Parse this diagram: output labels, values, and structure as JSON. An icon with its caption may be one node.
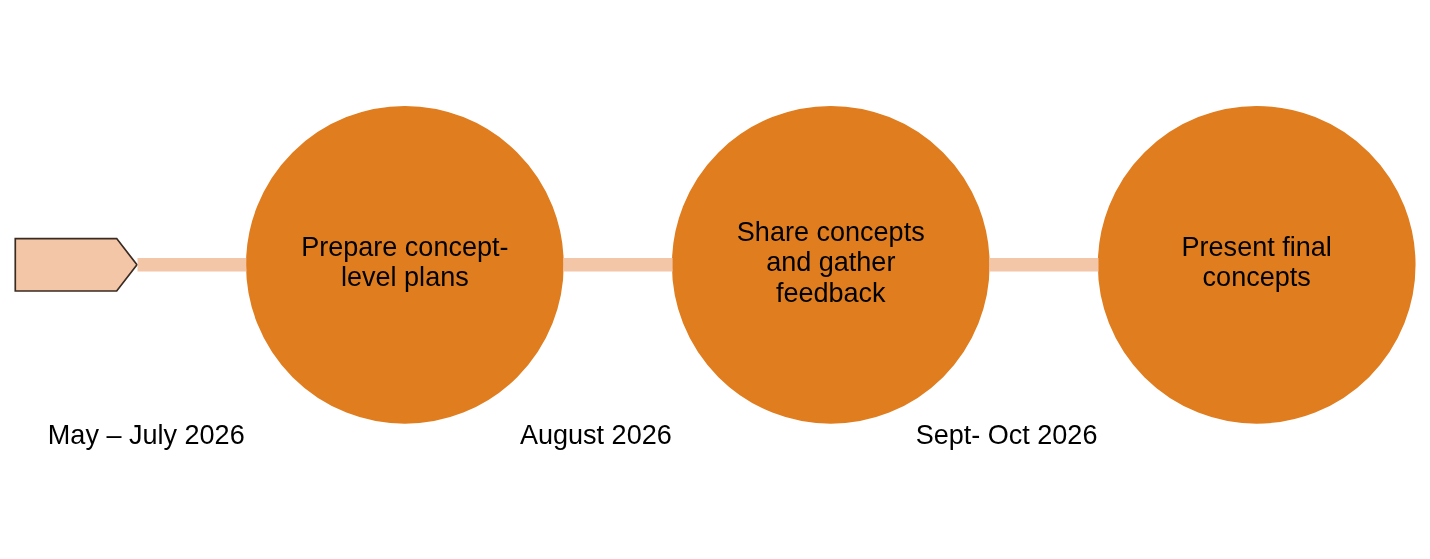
{
  "diagram": {
    "nodes": [
      {
        "text": [],
        "shape": "chevron"
      },
      {
        "text": [
          "Prepare concept- level plans"
        ],
        "beside": [
          "May – July 2026"
        ]
      },
      {
        "text": [
          "Share concepts and gather feedback"
        ],
        "beside": [
          "August 2026"
        ]
      },
      {
        "text": [
          "Present final concepts"
        ],
        "beside": [
          "Sept- Oct 2026"
        ]
      }
    ],
    "edges": [
      {
        "from": 0,
        "to": 1,
        "arrow": "none"
      },
      {
        "from": 1,
        "to": 2,
        "arrow": "none"
      },
      {
        "from": 2,
        "to": 3,
        "arrow": "none"
      }
    ]
  }
}
